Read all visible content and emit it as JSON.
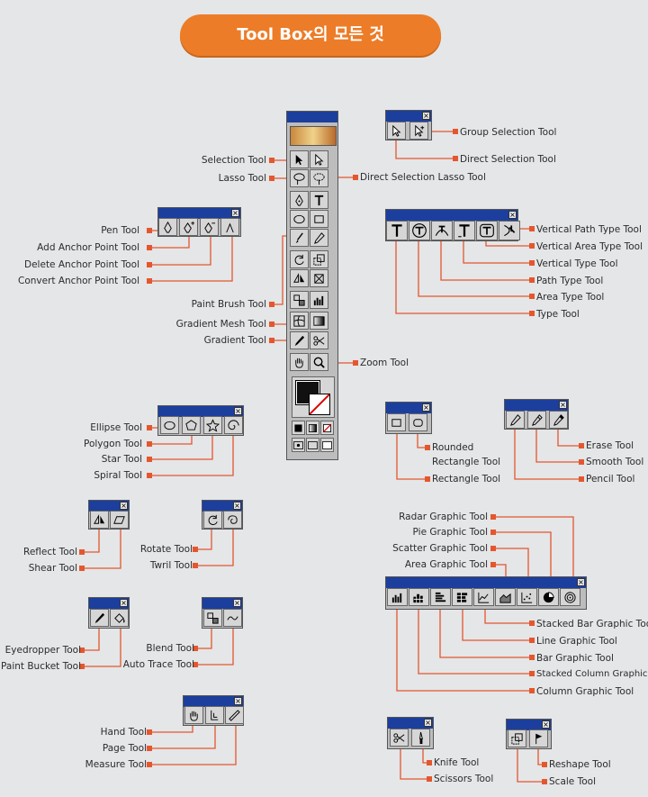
{
  "title": "Tool Box의 모든 것",
  "colors": {
    "title_bg": "#ec7c28",
    "connector": "#e4572e",
    "palette_bar": "#1c3f9e"
  },
  "labels": {
    "selection": "Selection Tool",
    "lasso": "Lasso Tool",
    "direct_selection_lasso": "Direct Selection Lasso Tool",
    "group_selection": "Group Selection Tool",
    "direct_selection": "Direct Selection Tool",
    "pen": "Pen Tool",
    "add_anchor": "Add Anchor Point Tool",
    "delete_anchor": "Delete Anchor Point Tool",
    "convert_anchor": "Convert Anchor Point Tool",
    "paint_brush": "Paint Brush Tool",
    "gradient_mesh": "Gradient Mesh Tool",
    "gradient": "Gradient Tool",
    "zoom": "Zoom Tool",
    "vertical_path_type": "Vertical Path Type Tool",
    "vertical_area_type": "Vertical Area Type Tool",
    "vertical_type": "Vertical Type Tool",
    "path_type": "Path Type Tool",
    "area_type": "Area Type Tool",
    "type": "Type Tool",
    "ellipse": "Ellipse Tool",
    "polygon": "Polygon Tool",
    "star": "Star Tool",
    "spiral": "Spiral Tool",
    "rounded_rect_1": "Rounded",
    "rounded_rect_2": "Rectangle Tool",
    "rectangle": "Rectangle Tool",
    "erase": "Erase Tool",
    "smooth": "Smooth Tool",
    "pencil": "Pencil Tool",
    "reflect": "Reflect Tool",
    "shear": "Shear Tool",
    "rotate": "Rotate Tool",
    "twirl": "Twril Tool",
    "radar_graph": "Radar Graphic Tool",
    "pie_graph": "Pie Graphic Tool",
    "scatter_graph": "Scatter Graphic Tool",
    "area_graph": "Area Graphic Tool",
    "stacked_bar_graph": "Stacked Bar Graphic Tool",
    "line_graph": "Line Graphic Tool",
    "bar_graph": "Bar Graphic Tool",
    "stacked_column_graph": "Stacked Column Graphic Tool",
    "column_graph": "Column Graphic Tool",
    "eyedropper": "Eyedropper Tool",
    "paint_bucket": "Paint Bucket Tool",
    "blend": "Blend Tool",
    "auto_trace": "Auto Trace Tool",
    "hand": "Hand Tool",
    "page": "Page Tool",
    "measure": "Measure Tool",
    "knife": "Knife Tool",
    "scissors": "Scissors Tool",
    "reshape": "Reshape Tool",
    "scale": "Scale Tool"
  }
}
